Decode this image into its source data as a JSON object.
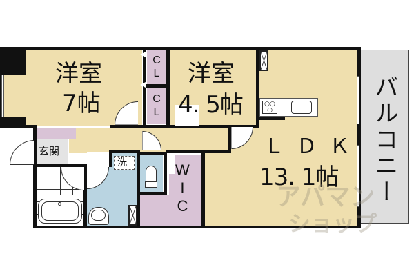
{
  "floor_plan": {
    "rooms": [
      {
        "id": "western-room-1",
        "name": "洋室",
        "size": "7帖"
      },
      {
        "id": "western-room-2",
        "name": "洋室",
        "size": "4.5帖"
      },
      {
        "id": "ldk",
        "name": "ＬＤＫ",
        "size": "13.1帖"
      },
      {
        "id": "balcony",
        "name": "バルコニー"
      },
      {
        "id": "entrance",
        "name": "玄関"
      },
      {
        "id": "washroom",
        "name": "洗"
      },
      {
        "id": "walk-in-closet",
        "name_lines": [
          "W",
          "I",
          "C"
        ]
      },
      {
        "id": "closet-1",
        "name_lines": [
          "C",
          "L"
        ]
      },
      {
        "id": "closet-2",
        "name_lines": [
          "C",
          "L"
        ]
      }
    ],
    "size_display": {
      "room1": "7帖",
      "room2": "4. 5帖",
      "ldk": "13. 1帖"
    },
    "ldk_label": "Ｌ Ｄ Ｋ",
    "balcony_label": "バルコニー",
    "watermark": {
      "line1": "アパマン",
      "line2": "ショップ"
    },
    "colors": {
      "living": "#efdfae",
      "storage": "#d9c3d6",
      "wet_area": "#b9d4e1",
      "balcony": "#dedede",
      "wall": "#111111"
    }
  }
}
